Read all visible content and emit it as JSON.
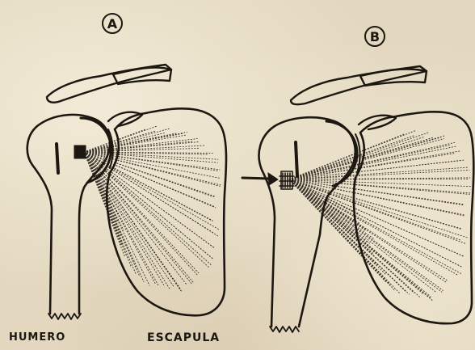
{
  "panels": [
    {
      "id": "A",
      "letter": "A"
    },
    {
      "id": "B",
      "letter": "B"
    }
  ],
  "labels": {
    "humero": "HUMERO",
    "escapula": "ESCAPULA"
  },
  "colors": {
    "ink": "#1c1710",
    "paper": "#e3d8bf"
  },
  "icons": {
    "indicator": "arrow-right-icon"
  }
}
